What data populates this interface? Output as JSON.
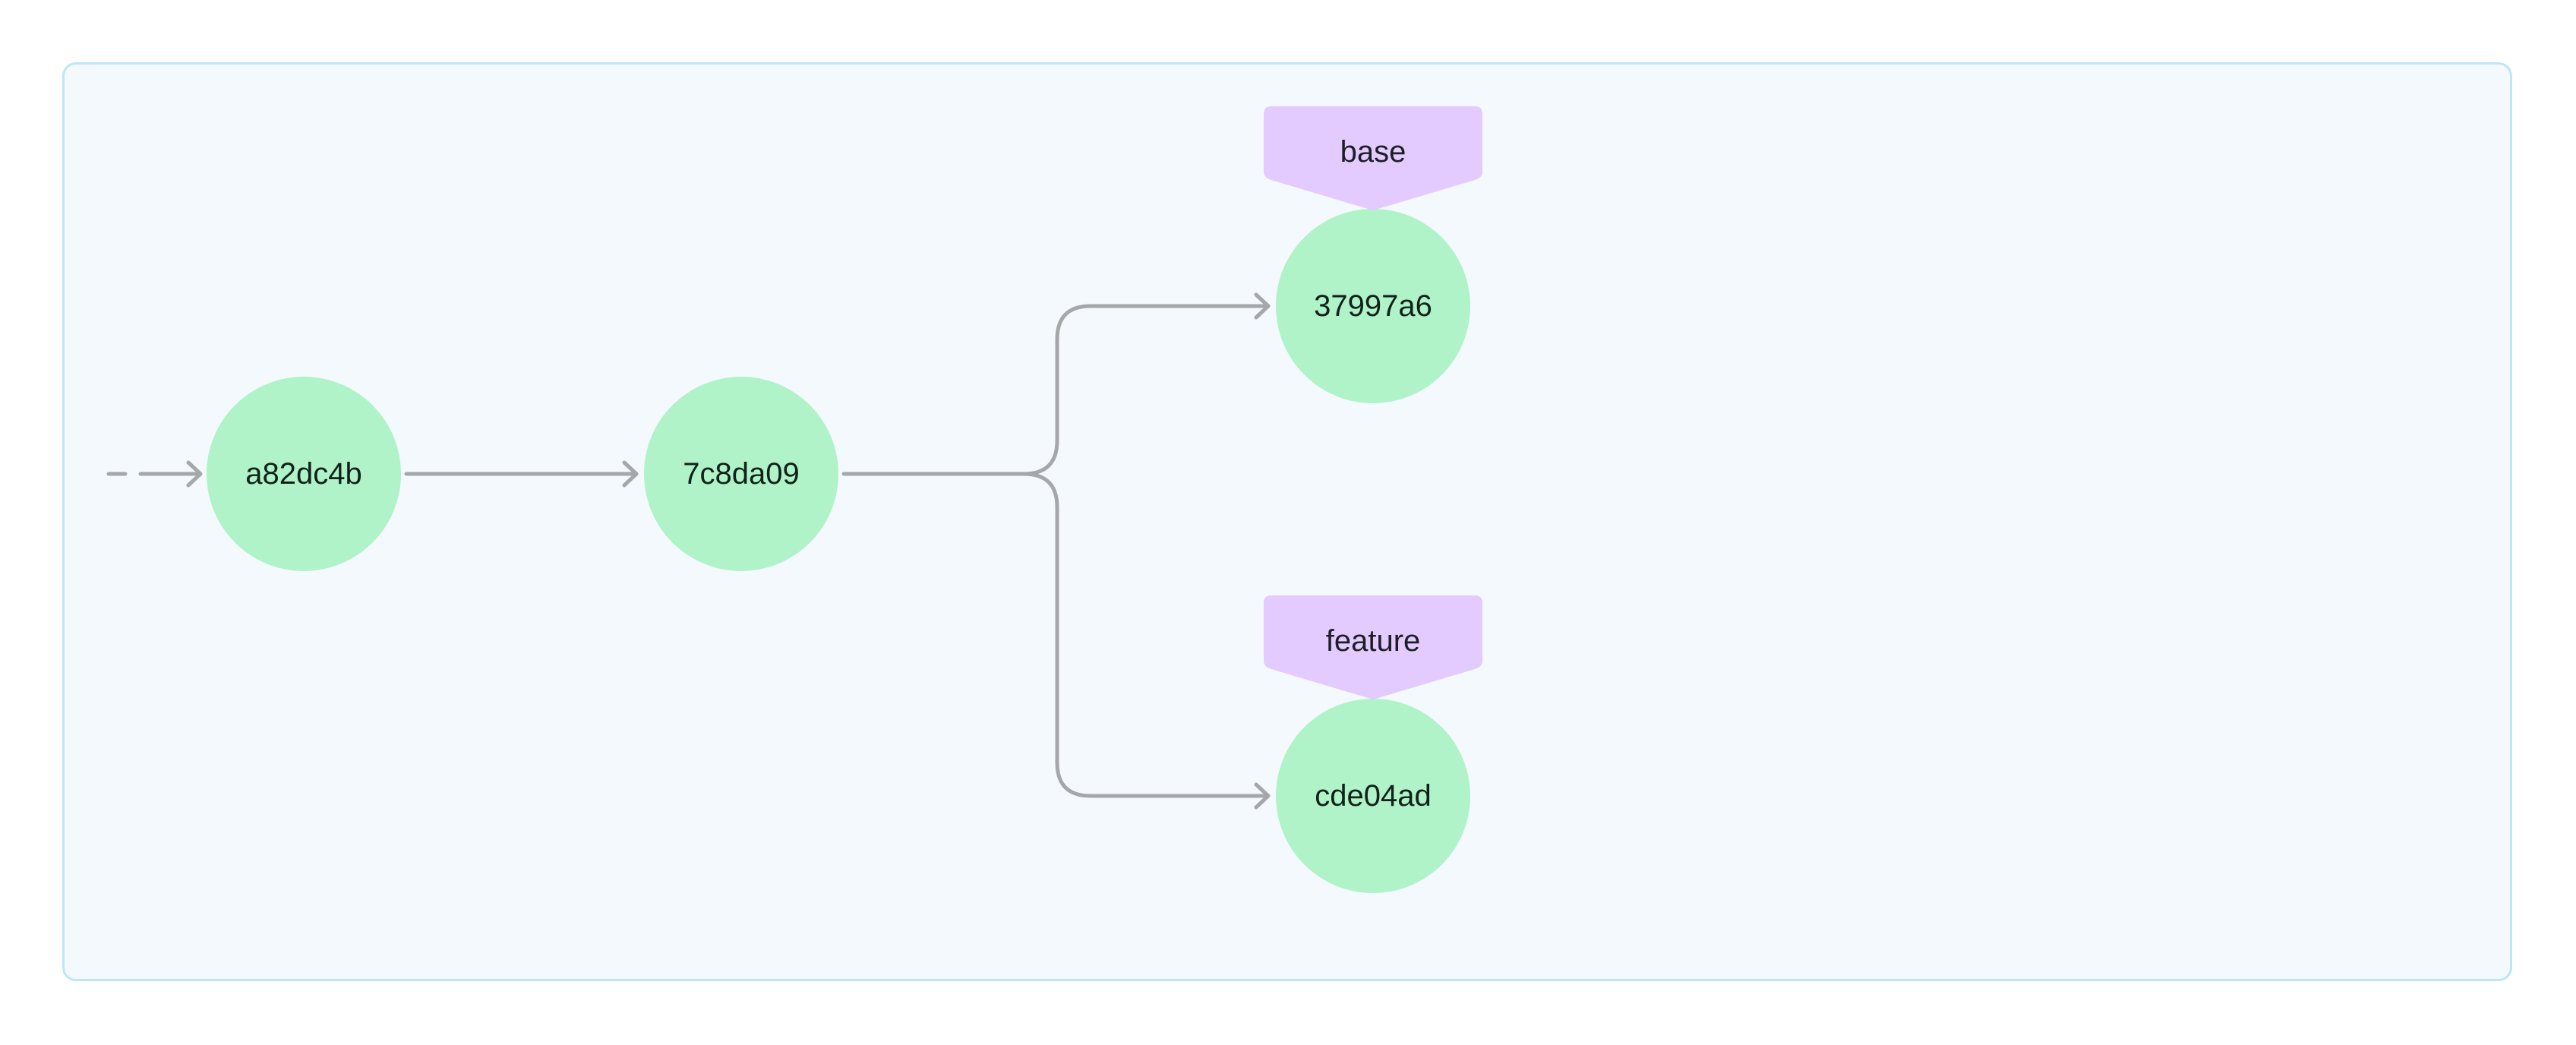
{
  "diagram": {
    "type": "git-commit-graph",
    "commits": [
      {
        "id": "a82dc4b"
      },
      {
        "id": "7c8da09"
      },
      {
        "id": "37997a6"
      },
      {
        "id": "cde04ad"
      }
    ],
    "edges": [
      {
        "from": "history",
        "to": "a82dc4b",
        "style": "dashed"
      },
      {
        "from": "a82dc4b",
        "to": "7c8da09",
        "style": "solid"
      },
      {
        "from": "7c8da09",
        "to": "37997a6",
        "style": "solid"
      },
      {
        "from": "7c8da09",
        "to": "cde04ad",
        "style": "solid"
      }
    ],
    "branches": [
      {
        "name": "base",
        "points_to": "37997a6"
      },
      {
        "name": "feature",
        "points_to": "cde04ad"
      }
    ],
    "colors": {
      "commit_fill": "#b0f3c8",
      "branch_fill": "#e3caff",
      "edge_stroke": "#a5a8aa",
      "frame_border": "#bfe5f7",
      "frame_background": "#f4f9fd"
    }
  }
}
